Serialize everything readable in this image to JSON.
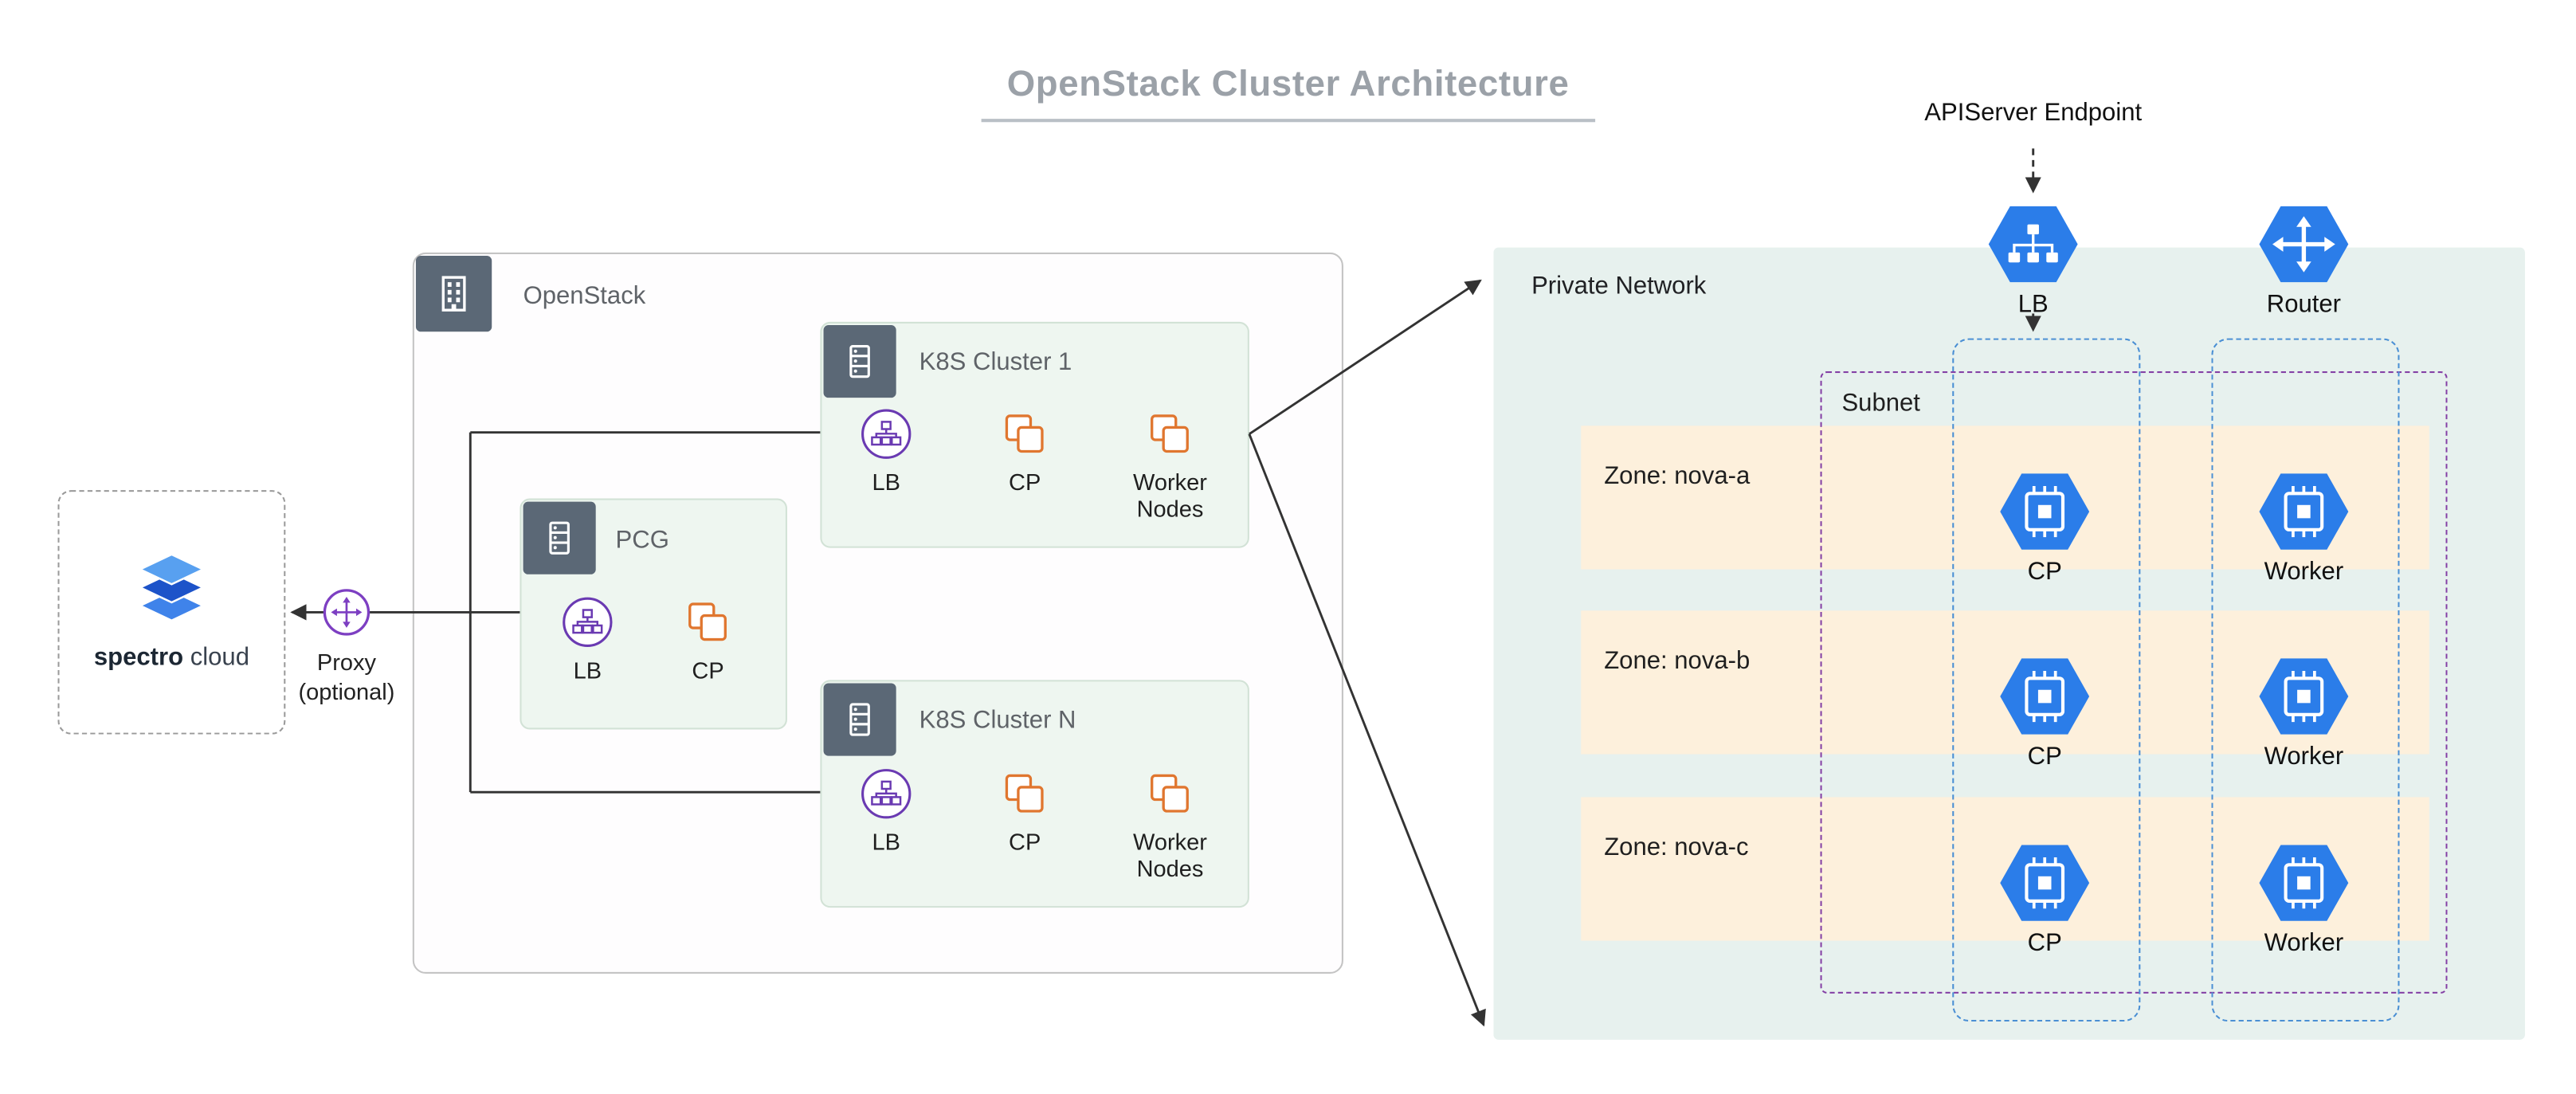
{
  "title": "OpenStack Cluster Architecture",
  "spectro_cloud": {
    "brand_bold": "spectro",
    "brand_light": "cloud"
  },
  "proxy": {
    "line1": "Proxy",
    "line2": "(optional)"
  },
  "openstack": {
    "label": "OpenStack"
  },
  "clusters": [
    {
      "title": "K8S Cluster 1",
      "lb": "LB",
      "cp": "CP",
      "worker": "Worker Nodes"
    },
    {
      "title": "PCG",
      "lb": "LB",
      "cp": "CP"
    },
    {
      "title": "K8S Cluster N",
      "lb": "LB",
      "cp": "CP",
      "worker": "Worker Nodes"
    }
  ],
  "private_network": {
    "label": "Private Network",
    "apiserver_endpoint": "APIServer Endpoint",
    "lb": "LB",
    "router": "Router",
    "subnet": "Subnet",
    "zones": [
      "Zone: nova-a",
      "Zone: nova-b",
      "Zone: nova-c"
    ],
    "rows": [
      {
        "cp": "CP",
        "worker": "Worker"
      },
      {
        "cp": "CP",
        "worker": "Worker"
      },
      {
        "cp": "CP",
        "worker": "Worker"
      }
    ]
  },
  "colors": {
    "slate_icon_bg": "#5b6876",
    "purple_accent": "#7d3fc2",
    "orange_accent": "#e0762f",
    "hexagon_blue": "#2b7de9",
    "subnet_purple": "#8440a5",
    "column_blue": "#4a8fd4",
    "zone_fill": "#fdf0dc",
    "network_fill": "#e7f1ee",
    "cluster_fill": "#eef6f0"
  }
}
